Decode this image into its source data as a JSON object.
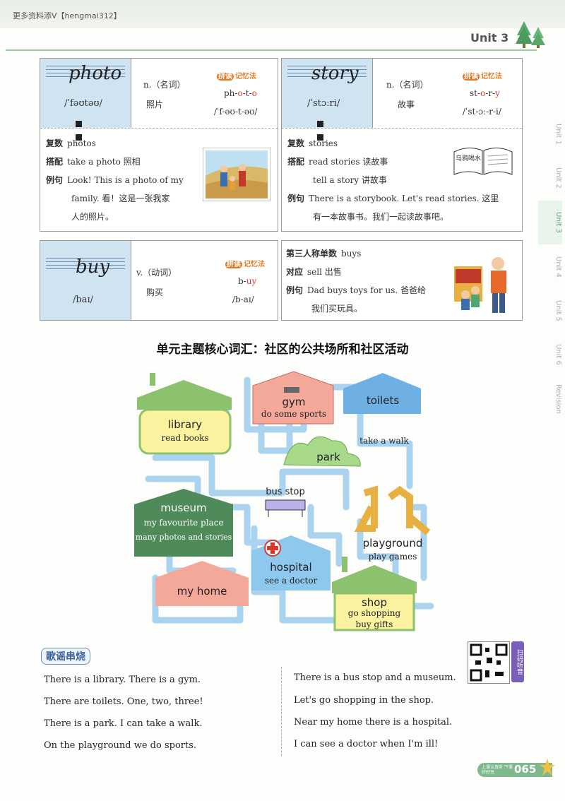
{
  "header": {
    "note": "更多资料添V【hengmai312】",
    "unit": "Unit 3"
  },
  "side_tabs": [
    "Unit 1",
    "Unit 2",
    "Unit 3",
    "Unit 4",
    "Unit 5",
    "Unit 6",
    "Revision"
  ],
  "cards": {
    "photo": {
      "word": "photo",
      "phonetic": "/ˈfəʊtəʊ/",
      "pos": "n.（名词）",
      "meaning": "照片",
      "memo_tag": "拼读",
      "memo_text": "记忆法",
      "spell_parts": [
        "ph-",
        "o",
        "-t-",
        "o"
      ],
      "spell_phon": "/ˈf-əʊ-t-əʊ/",
      "plural_label": "复数",
      "plural": "photos",
      "collocation_label": "搭配",
      "collocation": "take a photo 照相",
      "example_label": "例句",
      "example_1": "Look! This is a photo of my",
      "example_2": "family. 看！这是一张我家",
      "example_3": "人的照片。"
    },
    "story": {
      "word": "story",
      "phonetic": "/ˈstɔːri/",
      "pos": "n.（名词）",
      "meaning": "故事",
      "memo_tag": "拼读",
      "memo_text": "记忆法",
      "spell_parts": [
        "st-",
        "o",
        "-r-",
        "y"
      ],
      "spell_phon": "/ˈst-ɔː-r-i/",
      "plural_label": "复数",
      "plural": "stories",
      "collocation_label": "搭配",
      "collocation_1": "read stories 读故事",
      "collocation_2": "tell a story 讲故事",
      "example_label": "例句",
      "example_1": "There is a storybook. Let's read stories. 这里",
      "example_2": "有一本故事书。我们一起读故事吧。",
      "book_text": "乌鸦喝水"
    },
    "buy": {
      "word": "buy",
      "phonetic": "/baɪ/",
      "pos": "v.（动词）",
      "meaning": "购买",
      "memo_tag": "拼读",
      "memo_text": "记忆法",
      "spell_parts": [
        "b-",
        "uy"
      ],
      "spell_phon": "/b-aɪ/",
      "third_label": "第三人称单数",
      "third": "buys",
      "opposite_label": "对应",
      "opposite": "sell 出售",
      "example_label": "例句",
      "example_1": "Dad buys toys for us. 爸爸给",
      "example_2": "我们买玩具。"
    }
  },
  "map": {
    "title": "单元主题核心词汇：社区的公共场所和社区活动",
    "library": {
      "place": "library",
      "activity": "read books"
    },
    "gym": {
      "place": "gym",
      "activity": "do some sports"
    },
    "toilets": {
      "place": "toilets"
    },
    "park": {
      "place": "park",
      "activity": "take a walk"
    },
    "bus_stop": {
      "place": "bus stop"
    },
    "museum": {
      "place": "museum",
      "activity_1": "my favourite place",
      "activity_2": "many photos and stories"
    },
    "playground": {
      "place": "playground",
      "activity": "play games"
    },
    "hospital": {
      "place": "hospital",
      "activity": "see a doctor"
    },
    "my_home": {
      "place": "my home"
    },
    "shop": {
      "place": "shop",
      "activity_1": "go shopping",
      "activity_2": "buy gifts"
    }
  },
  "song": {
    "tag": "歌谣串烧",
    "left": [
      "There is a library. There is a gym.",
      "There are toilets. One, two, three!",
      "There is a park. I can take a walk.",
      "On the playground we do sports."
    ],
    "right": [
      "There is a bus stop and a museum.",
      "Let's go shopping in the shop.",
      "Near my home there is a hospital.",
      "I can see a doctor when I'm ill!"
    ],
    "qr_tag": "扫码听音"
  },
  "footer": {
    "page": "065",
    "note": "上课认真听 下课好好玩"
  },
  "colors": {
    "accent_green": "#7fb88d",
    "word_box_blue": "#cfe3f0",
    "memo_orange": "#e67a22",
    "spell_red": "#d8392c",
    "road_blue": "#a9d3ef"
  }
}
